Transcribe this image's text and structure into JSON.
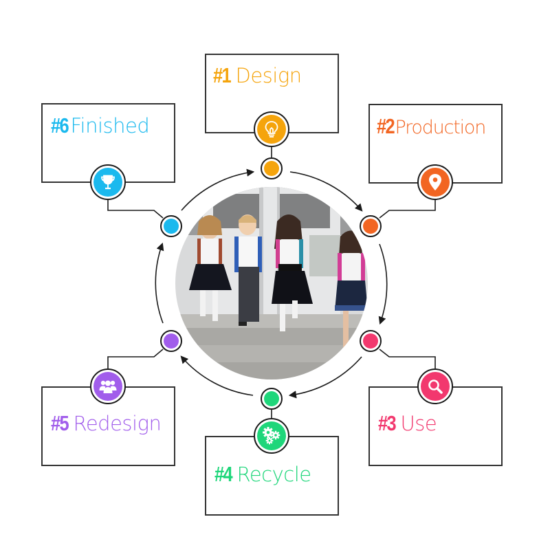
{
  "diagram": {
    "type": "cycle",
    "center_image": {
      "description": "Four school children in uniforms with backpacks walking down school steps",
      "shape": "circle"
    },
    "steps": [
      {
        "number": "#1",
        "name": "Design",
        "icon": "lightbulb-icon",
        "color": "#F5A40C"
      },
      {
        "number": "#2",
        "name": "Production",
        "icon": "map-pin-icon",
        "color": "#F26522"
      },
      {
        "number": "#3",
        "name": "Use",
        "icon": "search-icon",
        "color": "#F2386E"
      },
      {
        "number": "#4",
        "name": "Recycle",
        "icon": "gears-icon",
        "color": "#1ED67A"
      },
      {
        "number": "#5",
        "name": "Redesign",
        "icon": "users-icon",
        "color": "#A15DEB"
      },
      {
        "number": "#6",
        "name": "Finished",
        "icon": "trophy-icon",
        "color": "#1BB9EE"
      }
    ],
    "flow_direction": "clockwise",
    "line_color": "#1a1a1a",
    "box_border_color": "#333333"
  }
}
